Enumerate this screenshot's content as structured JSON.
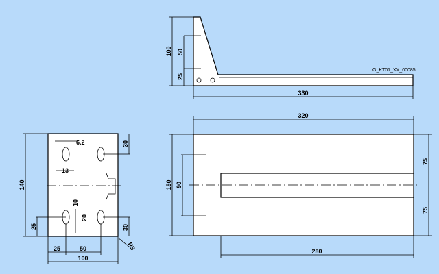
{
  "drawing": {
    "reference": "G_KT01_XX_00085",
    "side_view": {
      "height_total": "100",
      "height_upper": "50",
      "height_lower": "25",
      "length": "330"
    },
    "front_view": {
      "slot_width": "6.2",
      "slot_length": "13",
      "top_offset": "30",
      "slot_gap": "10",
      "slot_span": "20",
      "height": "140",
      "bottom_offset": "25",
      "bottom_right": "30",
      "left_offset": "25",
      "hole_spacing": "50",
      "width": "100",
      "radius": "R5"
    },
    "top_view": {
      "length": "320",
      "width": "150",
      "hole_span": "90",
      "half_upper": "75",
      "half_lower": "75",
      "rail_length": "280"
    }
  }
}
